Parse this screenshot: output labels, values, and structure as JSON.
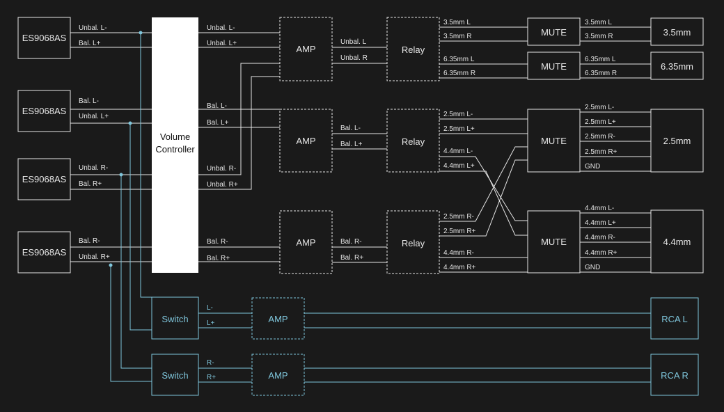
{
  "colors": {
    "background": "#1a1a1a",
    "line": "#e6e6e6",
    "analog": "#7fc6dc",
    "box_fill": "#1a1a1a",
    "volume_fill": "#ffffff",
    "volume_text": "#111111"
  },
  "dacs": [
    "ES9068AS",
    "ES9068AS",
    "ES9068AS",
    "ES9068AS"
  ],
  "dac_outputs": [
    [
      "Unbal. L-",
      "Bal. L+"
    ],
    [
      "Bal. L-",
      "Unbal. L+"
    ],
    [
      "Unbal. R-",
      "Bal. R+"
    ],
    [
      "Bal. R-",
      "Unbal. R+"
    ]
  ],
  "volume_controller": "Volume\nController",
  "vc_outputs": {
    "amp1": [
      "Unbal. L-",
      "Unbal. L+"
    ],
    "amp2": [
      "Bal. L-",
      "Bal. L+"
    ],
    "amp1_r": [
      "Unbal. R-",
      "Unbal. R+"
    ],
    "amp3": [
      "Bal. R-",
      "Bal. R+"
    ]
  },
  "amps": [
    "AMP",
    "AMP",
    "AMP"
  ],
  "amp_outputs": [
    [
      "Unbal. L",
      "Unbal. R"
    ],
    [
      "Bal. L-",
      "Bal. L+"
    ],
    [
      "Bal. R-",
      "Bal. R+"
    ]
  ],
  "relays": [
    "Relay",
    "Relay",
    "Relay"
  ],
  "relay_outputs": [
    [
      "3.5mm L",
      "3.5mm R",
      "6.35mm L",
      "6.35mm R"
    ],
    [
      "2.5mm L-",
      "2.5mm L+",
      "4.4mm L-",
      "4.4mm L+"
    ],
    [
      "2.5mm R-",
      "2.5mm R+",
      "4.4mm R-",
      "4.4mm R+"
    ]
  ],
  "mutes": [
    "MUTE",
    "MUTE",
    "MUTE",
    "MUTE"
  ],
  "mute_outputs": [
    [
      "3.5mm L",
      "3.5mm R"
    ],
    [
      "6.35mm L",
      "6.35mm R"
    ],
    [
      "2.5mm L-",
      "2.5mm L+",
      "2.5mm R-",
      "2.5mm R+",
      "GND"
    ],
    [
      "4.4mm L-",
      "4.4mm L+",
      "4.4mm R-",
      "4.4mm R+",
      "GND"
    ]
  ],
  "jacks": [
    "3.5mm",
    "6.35mm",
    "2.5mm",
    "4.4mm"
  ],
  "switches": [
    "Switch",
    "Switch"
  ],
  "switch_outputs": [
    [
      "L-",
      "L+"
    ],
    [
      "R-",
      "R+"
    ]
  ],
  "line_amps": [
    "AMP",
    "AMP"
  ],
  "rca": [
    "RCA L",
    "RCA R"
  ]
}
